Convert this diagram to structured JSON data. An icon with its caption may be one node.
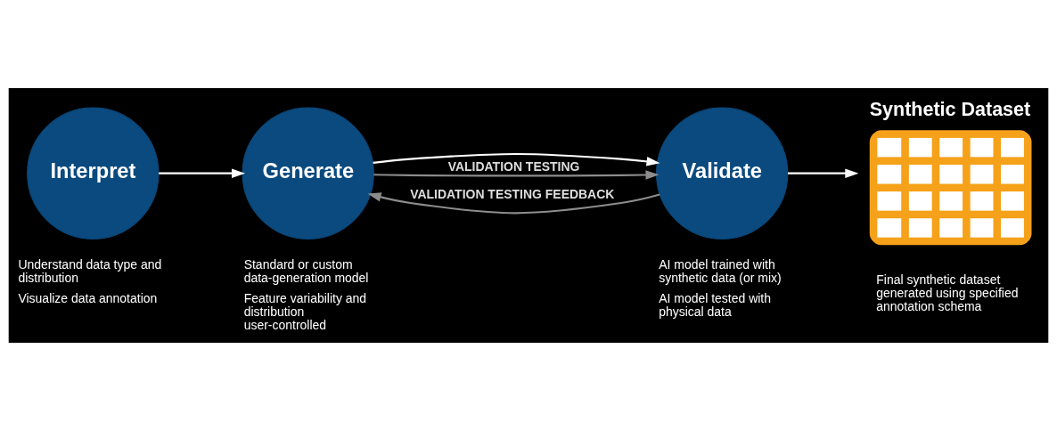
{
  "diagram": {
    "nodes": [
      {
        "text": [
          "Interpret"
        ],
        "beside": [
          "Understand data type and distribution",
          "Visualize data annotation"
        ]
      },
      {
        "text": [
          "Generate"
        ],
        "beside": [
          "Standard or custom data-generation model",
          "Feature variability and distribution user-controlled"
        ]
      },
      {
        "text": [
          "Validate"
        ],
        "beside": [
          "AI model trained with synthetic data (or mix)",
          "AI model tested with physical data"
        ]
      },
      {
        "text": [
          "Synthetic Dataset"
        ],
        "beside": [
          "Final synthetic dataset generated using specified annotation schema"
        ]
      }
    ],
    "edges": [
      {
        "from": 0,
        "to": 1,
        "arrow": "to"
      },
      {
        "from": 1,
        "to": 2,
        "arrow": "to"
      },
      {
        "from": 2,
        "to": 3,
        "arrow": "to"
      },
      {
        "from": 2,
        "to": 1,
        "arrow": "to",
        "label": "VALIDATION TESTING FEEDBACK",
        "color": "#8c8c8c"
      },
      {
        "from": 1,
        "to": 2,
        "arrow": "to",
        "label": "VALIDATION TESTING",
        "color": "#8c8c8c"
      }
    ]
  }
}
